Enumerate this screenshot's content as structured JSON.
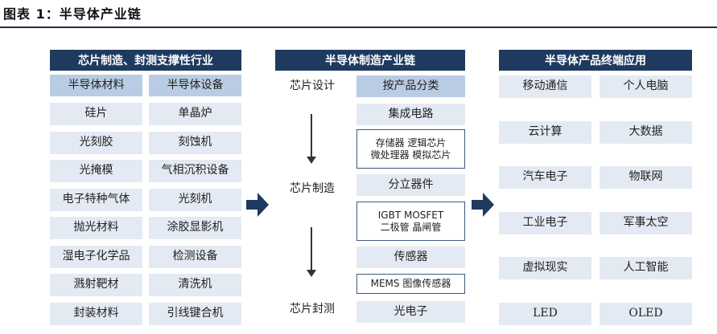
{
  "figure": {
    "title": "图表 1：半导体产业链"
  },
  "left": {
    "header": "芯片制造、封测支撑性行业",
    "col1_header": "半导体材料",
    "col2_header": "半导体设备",
    "col1": [
      "硅片",
      "光刻胶",
      "光掩模",
      "电子特种气体",
      "抛光材料",
      "湿电子化学品",
      "溅射靶材",
      "封装材料"
    ],
    "col2": [
      "单晶炉",
      "刻蚀机",
      "气相沉积设备",
      "光刻机",
      "涂胶显影机",
      "检测设备",
      "清洗机",
      "引线键合机"
    ]
  },
  "middle": {
    "header": "半导体制造产业链",
    "stages": [
      "芯片设计",
      "芯片制造",
      "芯片封测"
    ],
    "classify_header": "按产品分类",
    "items": [
      {
        "label": "集成电路",
        "boxed": false
      },
      {
        "label": "存储器 逻辑芯片",
        "label2": "微处理器 模拟芯片",
        "boxed": true
      },
      {
        "label": "分立器件",
        "boxed": false
      },
      {
        "label": "IGBT MOSFET",
        "label2": "二极管 晶闸管",
        "boxed": true
      },
      {
        "label": "传感器",
        "boxed": false
      },
      {
        "label": "MEMS 图像传感器",
        "boxed": true
      },
      {
        "label": "光电子",
        "boxed": false
      }
    ]
  },
  "right": {
    "header": "半导体产品终端应用",
    "col1": [
      "移动通信",
      "云计算",
      "汽车电子",
      "工业电子",
      "虚拟现实",
      "LED"
    ],
    "col2": [
      "个人电脑",
      "大数据",
      "物联网",
      "军事太空",
      "人工智能",
      "OLED"
    ]
  },
  "colors": {
    "header_bg": "#1f3a5f",
    "cell_bg": "#e4eaf3",
    "subheader_bg": "#b9cce3",
    "arrow": "#1f3a5f"
  }
}
